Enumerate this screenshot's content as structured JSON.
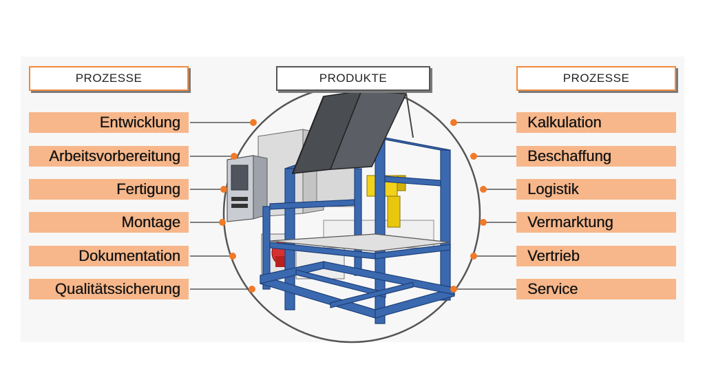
{
  "headers": {
    "left": "PROZESSE",
    "center": "PRODUKTE",
    "right": "PROZESSE"
  },
  "left_processes": [
    "Entwicklung",
    "Arbeitsvorbereitung",
    "Fertigung",
    "Montage",
    "Dokumentation",
    "Qualitätssicherung"
  ],
  "right_processes": [
    "Kalkulation",
    "Beschaffung",
    "Logistik",
    "Vermarktung",
    "Vertrieb",
    "Service"
  ],
  "colors": {
    "label_fill": "#f7b78a",
    "accent_orange": "#f08a3c",
    "connector_dot": "#f07a28",
    "frame_blue": "#3b69b0",
    "circle_stroke": "#555555"
  }
}
